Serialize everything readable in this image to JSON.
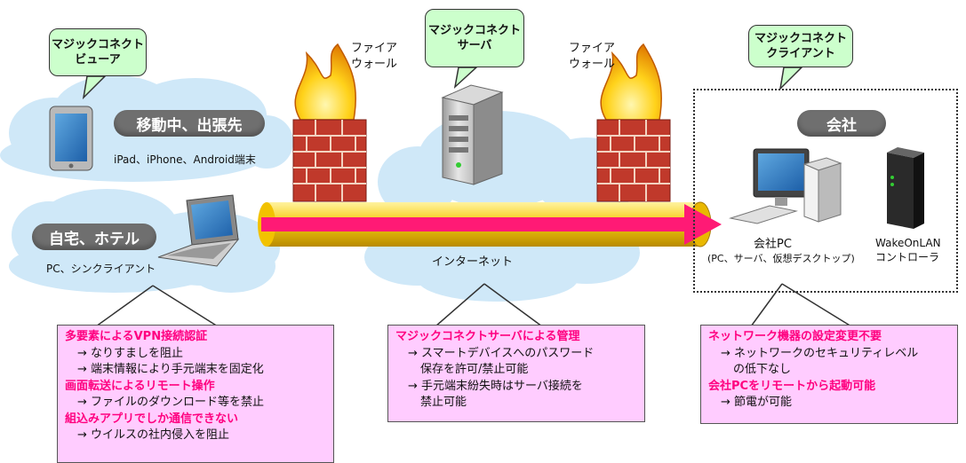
{
  "callouts": {
    "viewer": [
      "マジックコネクト",
      "ビューア"
    ],
    "server": [
      "マジックコネクト",
      "サーバ"
    ],
    "client": [
      "マジックコネクト",
      "クライアント"
    ]
  },
  "firewall_label": [
    "ファイア",
    "ウォール"
  ],
  "locations": {
    "mobile": "移動中、出張先",
    "home": "自宅、ホテル",
    "company": "会社"
  },
  "devices": {
    "mobile": "iPad、iPhone、Android端末",
    "home": "PC、シンクライアント",
    "company_pc": "会社PC",
    "company_pc_sub": "(PC、サーバ、仮想デスクトップ)",
    "wol": [
      "WakeOnLAN",
      "コントローラ"
    ],
    "internet": "インターネット"
  },
  "boxes": {
    "left": {
      "lines": [
        {
          "type": "h",
          "text": "多要素によるVPN接続認証"
        },
        {
          "type": "i",
          "text": "→ なりすましを阻止"
        },
        {
          "type": "i",
          "text": "→ 端末情報により手元端末を固定化"
        },
        {
          "type": "h",
          "text": "画面転送によるリモート操作"
        },
        {
          "type": "i",
          "text": "→ ファイルのダウンロード等を禁止"
        },
        {
          "type": "h",
          "text": "組込みアプリでしか通信できない"
        },
        {
          "type": "i",
          "text": "→ ウイルスの社内侵入を阻止"
        }
      ]
    },
    "middle": {
      "lines": [
        {
          "type": "h",
          "text": "マジックコネクトサーバによる管理"
        },
        {
          "type": "i",
          "text": "→ スマートデバイスへのパスワード"
        },
        {
          "type": "i",
          "text": "保存を許可/禁止可能"
        },
        {
          "type": "i",
          "text": "→ 手元端末紛失時はサーバ接続を"
        },
        {
          "type": "i",
          "text": "禁止可能"
        }
      ]
    },
    "right": {
      "lines": [
        {
          "type": "h",
          "text": "ネットワーク機器の設定変更不要"
        },
        {
          "type": "i",
          "text": "→ ネットワークのセキュリティレベル"
        },
        {
          "type": "i",
          "text": "の低下なし"
        },
        {
          "type": "h",
          "text": "会社PCをリモートから起動可能"
        },
        {
          "type": "i",
          "text": "→ 節電が可能"
        }
      ]
    }
  },
  "colors": {
    "callout_fill": "#ccffcc",
    "box_fill": "#ffccff",
    "heading": "#ff007f",
    "arrow": "#ff1a75",
    "tube": "#f2c200",
    "cloud": "#cfe8f8",
    "pill": "#6f6f6f"
  },
  "icons": [
    "tablet-icon",
    "laptop-icon",
    "server-icon",
    "firewall-icon",
    "desktop-pc-icon",
    "wol-device-icon",
    "cloud-icon",
    "arrow-icon"
  ]
}
